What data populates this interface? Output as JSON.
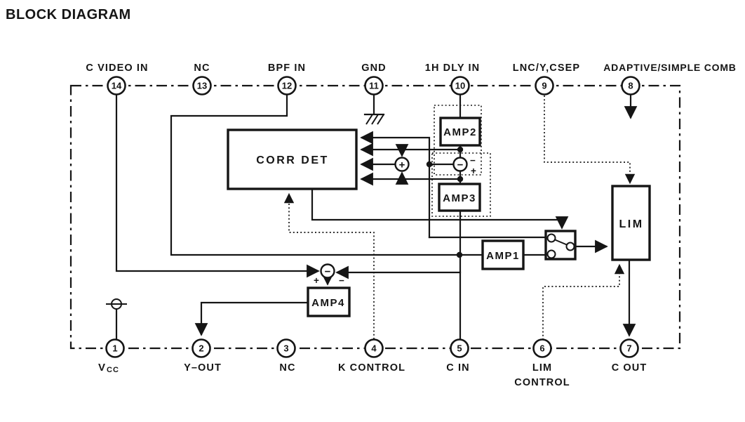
{
  "header": {
    "title": "BLOCK DIAGRAM"
  },
  "pins_top": [
    {
      "number": "14",
      "label": "C VIDEO IN"
    },
    {
      "number": "13",
      "label": "NC"
    },
    {
      "number": "12",
      "label": "BPF IN"
    },
    {
      "number": "11",
      "label": "GND"
    },
    {
      "number": "10",
      "label": "1H DLY IN"
    },
    {
      "number": "9",
      "label": "LNC/Y,CSEP"
    },
    {
      "number": "8",
      "label": "ADAPTIVE/SIMPLE COMB"
    }
  ],
  "pins_bottom": [
    {
      "number": "1",
      "label_v": "V",
      "label_sub": "CC"
    },
    {
      "number": "2",
      "label": "Y–OUT"
    },
    {
      "number": "3",
      "label": "NC"
    },
    {
      "number": "4",
      "label": "K CONTROL"
    },
    {
      "number": "5",
      "label": "C IN"
    },
    {
      "number": "6",
      "label_line1": "LIM",
      "label_line2": "CONTROL"
    },
    {
      "number": "7",
      "label": "C OUT"
    }
  ],
  "blocks": {
    "corr_det": "CORR DET",
    "amp1": "AMP1",
    "amp2": "AMP2",
    "amp3": "AMP3",
    "amp4": "AMP4",
    "lim": "LIM"
  },
  "signs": {
    "sum_plus": "+",
    "delay_diff": "−",
    "delay_diff_top": "−",
    "delay_diff_bottom": "+",
    "y_sub": "−",
    "y_sub_left": "+",
    "y_sub_right": "−"
  },
  "colors": {
    "ink": "#151515",
    "paper": "#ffffff"
  }
}
